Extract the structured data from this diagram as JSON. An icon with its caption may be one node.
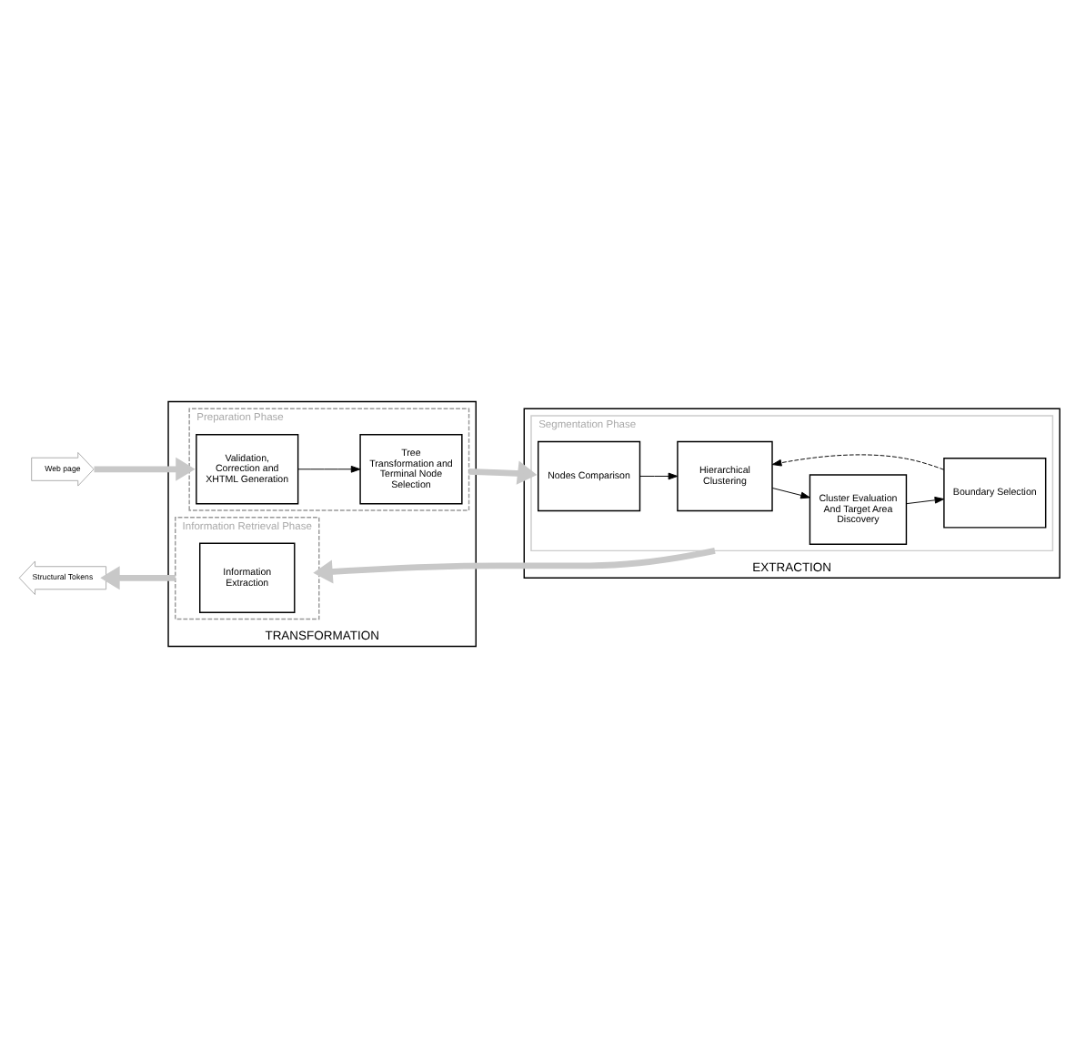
{
  "diagram": {
    "nodes": [
      {
        "text": [
          "TRANSFORMATION"
        ]
      },
      {
        "text": [
          "Preparation Phase"
        ],
        "in": 0
      },
      {
        "text": [
          "Validation, Correction and XHTML Generation"
        ],
        "in": 1
      },
      {
        "text": [
          "Tree Transformation and Terminal Node Selection"
        ],
        "in": 1
      },
      {
        "text": [
          "Information Retrieval Phase"
        ],
        "in": 0
      },
      {
        "text": [
          "Information Extraction"
        ],
        "in": 4
      },
      {
        "text": [
          "EXTRACTION"
        ]
      },
      {
        "text": [
          "Segmentation Phase"
        ],
        "in": 6
      },
      {
        "text": [
          "Nodes Comparison"
        ],
        "in": 7
      },
      {
        "text": [
          "Hierarchical Clustering"
        ],
        "in": 7
      },
      {
        "text": [
          "Boundary Selection"
        ],
        "in": 7
      },
      {
        "text": [
          "Cluster Evaluation And Target Area Discovery"
        ],
        "in": 7
      },
      {
        "text": [
          "Web page"
        ]
      },
      {
        "text": [
          "Structural Tokens"
        ]
      }
    ],
    "edges": [
      {
        "from": 12,
        "to": 1,
        "arrow": "to",
        "style": "thick",
        "color": "#c8c8c8"
      },
      {
        "from": 2,
        "to": 3,
        "arrow": "to"
      },
      {
        "from": 1,
        "to": 7,
        "arrow": "to",
        "style": "thick",
        "color": "#c8c8c8"
      },
      {
        "from": 8,
        "to": 9,
        "arrow": "to"
      },
      {
        "from": 9,
        "to": 11,
        "arrow": "to"
      },
      {
        "from": 11,
        "to": 10,
        "arrow": "to"
      },
      {
        "from": 10,
        "to": 9,
        "arrow": "to",
        "style": "dashed"
      },
      {
        "from": 7,
        "to": 4,
        "arrow": "to",
        "style": "thick",
        "color": "#c8c8c8"
      },
      {
        "from": 4,
        "to": 13,
        "arrow": "to",
        "style": "thick",
        "color": "#c8c8c8"
      }
    ]
  }
}
